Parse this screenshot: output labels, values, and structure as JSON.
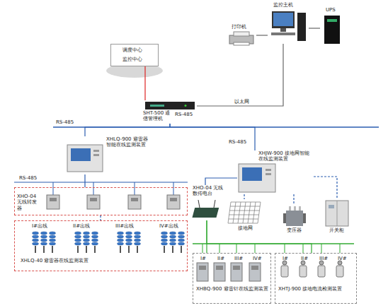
{
  "diagram": {
    "nodes": [
      {
        "text": [
          "调度中心",
          "监控中心"
        ]
      },
      {
        "text": [
          "打印机"
        ]
      },
      {
        "text": [
          "监控主机"
        ]
      },
      {
        "text": [
          "UPS"
        ]
      },
      {
        "text": [
          "SHT-500 通信管理机"
        ]
      },
      {
        "text": [
          "XHLQ-900 避雷器智能在线监测装置"
        ]
      },
      {
        "text": [
          "XHJW-900 接地网智能在线监测装置"
        ]
      },
      {
        "text": [
          "XHO-04 无线转发器"
        ]
      },
      {
        "text": [
          "I#出线",
          "II#出线",
          "III#出线",
          "IV#出线",
          "XHLQ-40 避雷器在线监测装置"
        ]
      },
      {
        "text": [
          "XHO-04 无线数传电台"
        ]
      },
      {
        "text": [
          "接地网"
        ]
      },
      {
        "text": [
          "变压器"
        ]
      },
      {
        "text": [
          "开关柜"
        ]
      },
      {
        "text": [
          "I#",
          "II#",
          "III#",
          "IV#",
          "XHBQ-900 避雷针在线监测装置"
        ]
      },
      {
        "text": [
          "I#",
          "II#",
          "III#",
          "IV#",
          "XHTJ-900 接地电流检测装置"
        ]
      }
    ],
    "edges": [
      {
        "from": 0,
        "to": 4,
        "arrow": "none"
      },
      {
        "from": 4,
        "to": 2,
        "label": "以太网",
        "arrow": "none"
      },
      {
        "from": 1,
        "to": 2,
        "arrow": "none"
      },
      {
        "from": 2,
        "to": 3,
        "arrow": "none"
      },
      {
        "from": 4,
        "to": 5,
        "label": "RS-485",
        "arrow": "none"
      },
      {
        "from": 4,
        "to": 6,
        "label": "RS-485",
        "arrow": "none"
      },
      {
        "from": 5,
        "to": 7,
        "label": "RS-485",
        "arrow": "none"
      },
      {
        "from": 7,
        "to": 8,
        "arrow": "none"
      },
      {
        "from": 6,
        "to": 9,
        "arrow": "none"
      },
      {
        "from": 6,
        "to": 10,
        "arrow": "none"
      },
      {
        "from": 6,
        "to": 11,
        "arrow": "none"
      },
      {
        "from": 6,
        "to": 12,
        "arrow": "none"
      },
      {
        "from": 9,
        "to": 13,
        "arrow": "none"
      },
      {
        "from": 9,
        "to": 14,
        "arrow": "none"
      }
    ],
    "labels": [
      "RS-485"
    ]
  }
}
